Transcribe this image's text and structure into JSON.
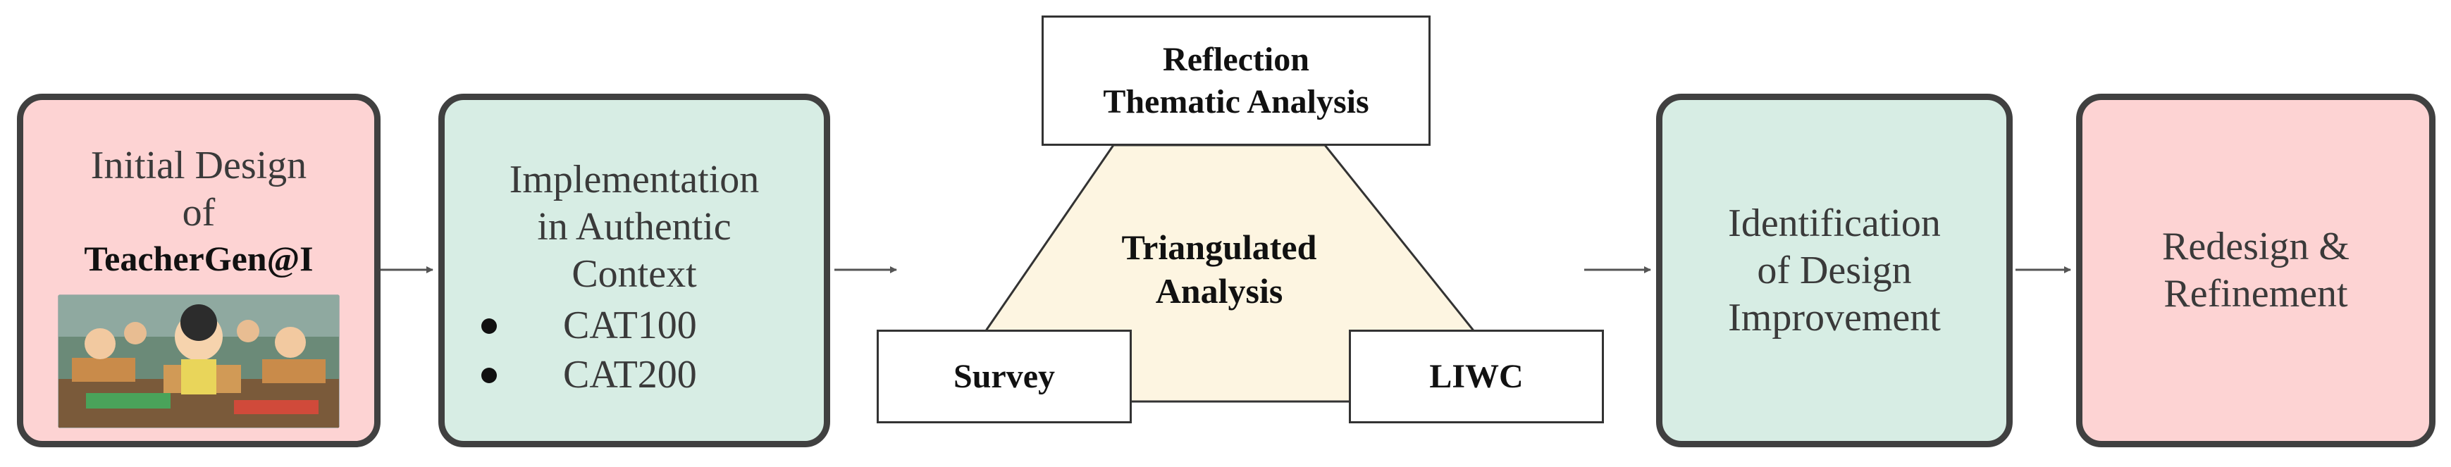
{
  "box1": {
    "line1": "Initial Design",
    "line2": "of",
    "brand": "TeacherGen@I"
  },
  "box2": {
    "line1": "Implementation",
    "line2": "in Authentic",
    "line3": "Context",
    "bullets": [
      "CAT100",
      "CAT200"
    ]
  },
  "center": {
    "reflection_line1": "Reflection",
    "reflection_line2": "Thematic Analysis",
    "triangle_line1": "Triangulated",
    "triangle_line2": "Analysis",
    "survey": "Survey",
    "liwc": "LIWC"
  },
  "box3": {
    "line1": "Identification",
    "line2": "of Design",
    "line3": "Improvement"
  },
  "box4": {
    "line1": "Redesign &",
    "line2": "Refinement"
  },
  "colors": {
    "pink_fill": "#fdd3d3",
    "mint_fill": "#d7ede4",
    "triangle_fill": "#fdf5e1",
    "border": "#404040",
    "arrow": "#555555"
  }
}
